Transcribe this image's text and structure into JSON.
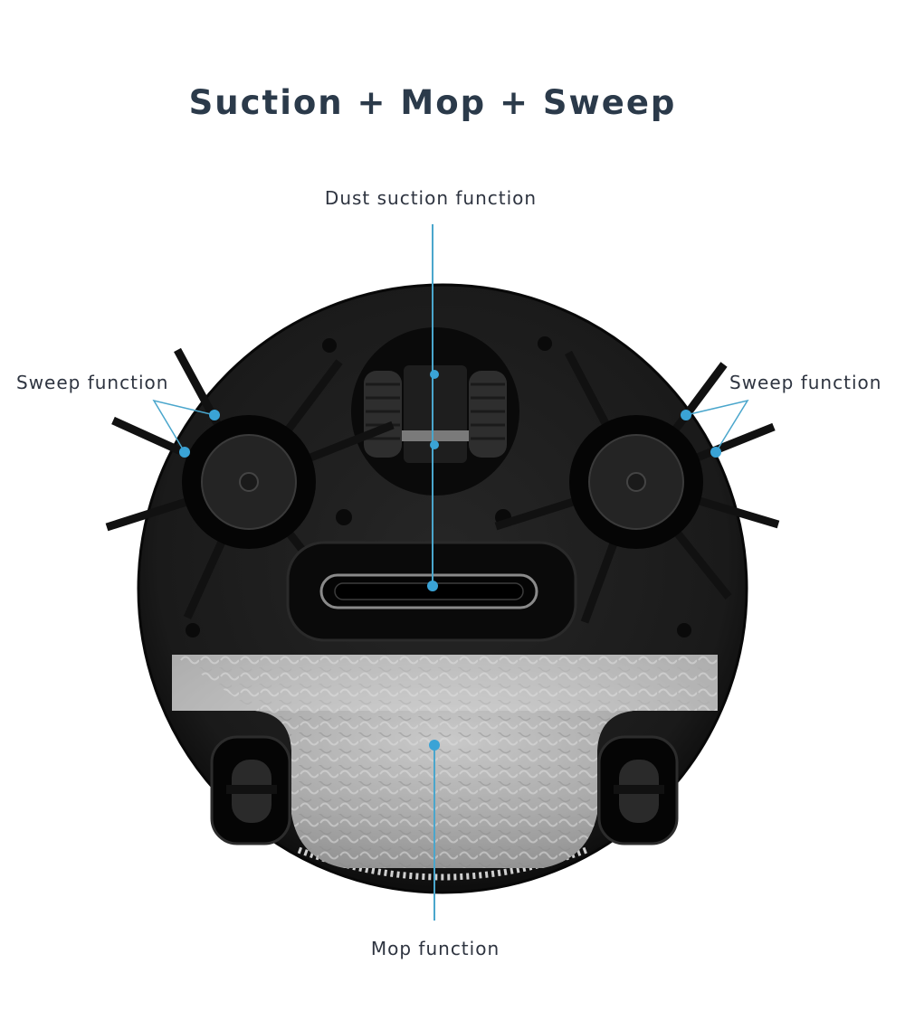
{
  "title": "Suction + Mop + Sweep",
  "labels": {
    "dust_suction": "Dust suction function",
    "sweep_left": "Sweep function",
    "sweep_right": "Sweep function",
    "mop": "Mop function"
  },
  "colors": {
    "title": "#2b3a4a",
    "label_text": "#2e3440",
    "callout_line": "#4aa6cc",
    "callout_dot": "#3aa3d6",
    "robot_body": "#1c1c1c",
    "mop_pad": "#b8b8b8"
  }
}
